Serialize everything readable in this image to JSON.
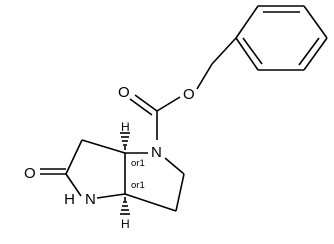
{
  "molecule": {
    "atoms": {
      "nitrogen_top": "N",
      "nitrogen_bottom": "N",
      "nh_hydrogen": "H",
      "carbonyl_oxygen": "O",
      "ester_oxygen": "O",
      "ring_oxygen": "O",
      "stereo_h_top": "H",
      "stereo_h_bottom": "H"
    },
    "stereo_labels": {
      "top": "or1",
      "bottom": "or1"
    }
  }
}
